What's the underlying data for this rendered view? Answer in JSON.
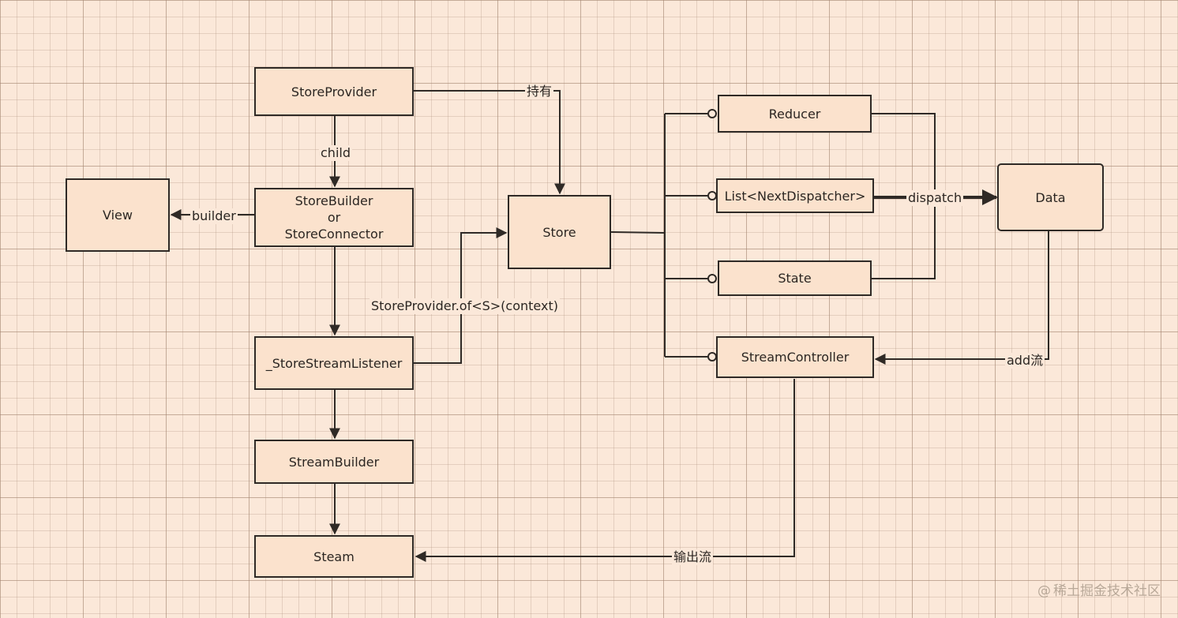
{
  "nodes": {
    "store_provider": "StoreProvider",
    "store_builder_line1": "StoreBuilder",
    "store_builder_line2": "or",
    "store_builder_line3": "StoreConnector",
    "view": "View",
    "store_stream_listener": "_StoreStreamListener",
    "stream_builder": "StreamBuilder",
    "steam": "Steam",
    "store": "Store",
    "reducer": "Reducer",
    "next_dispatcher": "List<NextDispatcher>",
    "state": "State",
    "stream_controller": "StreamController",
    "data": "Data"
  },
  "edge_labels": {
    "hold": "持有",
    "child": "child",
    "builder": "builder",
    "of_context": "StoreProvider.of<S>(context)",
    "dispatch": "dispatch",
    "add_stream": "add流",
    "output_stream": "输出流"
  },
  "watermark": {
    "icon": "at-sign-icon",
    "symbol": "@",
    "text": "稀土掘金技术社区"
  },
  "colors": {
    "background": "#fbe8d9",
    "node_fill": "#fbe2cd",
    "stroke": "#2f2a26"
  }
}
